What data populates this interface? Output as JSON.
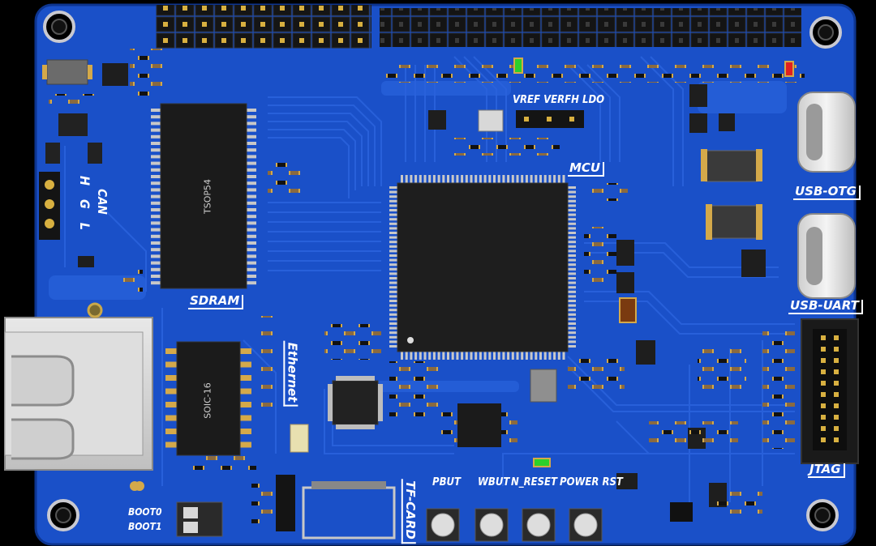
{
  "board": {
    "colors": {
      "pcb": "#1a50c8",
      "pcb_dark": "#0f3a9c",
      "trace": "#2d68e0",
      "pad": "#d4a94a",
      "chip": "#1c1c1c",
      "white": "#ffffff"
    }
  },
  "chips": {
    "sdram": "TSOP54",
    "ethernet": "SOIC-16"
  },
  "labels": {
    "vref": "VREF VERFH LDO",
    "mcu": "MCU",
    "sdram": "SDRAM",
    "can": "CAN",
    "hgl": "H G L",
    "ethernet": "Ethernet",
    "usb_otg": "USB-OTG",
    "usb_uart": "USB-UART",
    "jtag": "JTAG",
    "tf_card": "TF-CARD",
    "boot0": "BOOT0",
    "boot1": "BOOT1",
    "pbut": "PBUT",
    "wbut": "WBUT",
    "n_reset": "N_RESET",
    "power_rst": "POWER RST"
  }
}
